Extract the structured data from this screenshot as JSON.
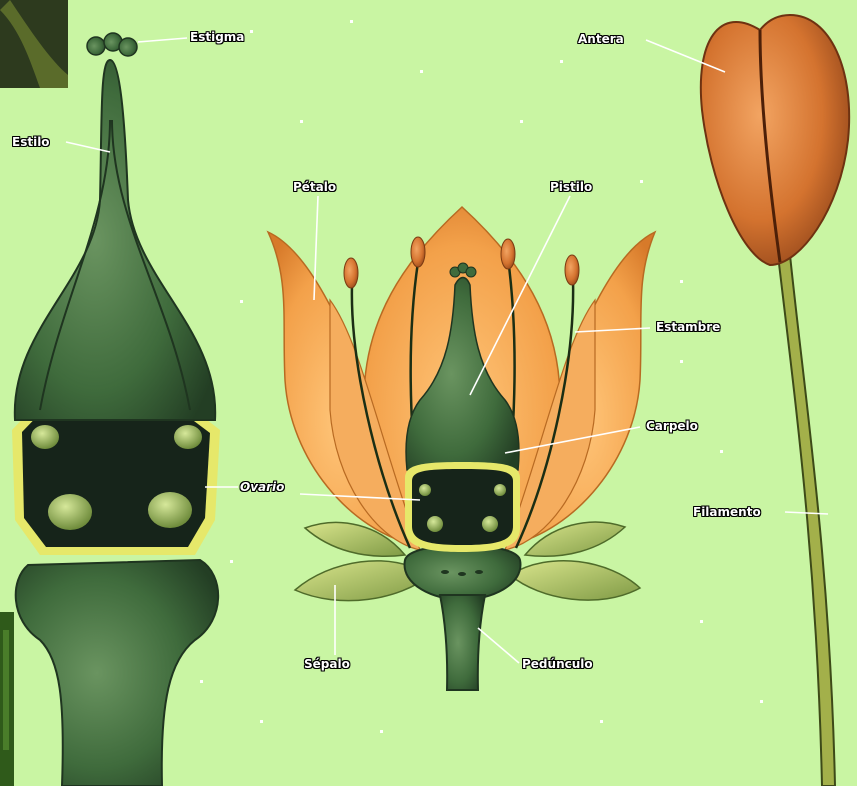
{
  "labels": {
    "estigma": "Estigma",
    "estilo": "Estilo",
    "ovario": "Ovario",
    "petalo": "Pétalo",
    "pistilo": "Pistilo",
    "estambre": "Estambre",
    "carpelo": "Carpelo",
    "sepalo": "Sépalo",
    "pedunculo": "Pedúnculo",
    "antera": "Antera",
    "filamento": "Filamento"
  },
  "colors": {
    "background": "#c9f5a3",
    "pistil_green": "#3f6b3c",
    "ovary_dark": "#16241a",
    "ovary_rim": "#e6e86a",
    "petal_orange": "#f3a14a",
    "anther_orange": "#d4732f"
  }
}
